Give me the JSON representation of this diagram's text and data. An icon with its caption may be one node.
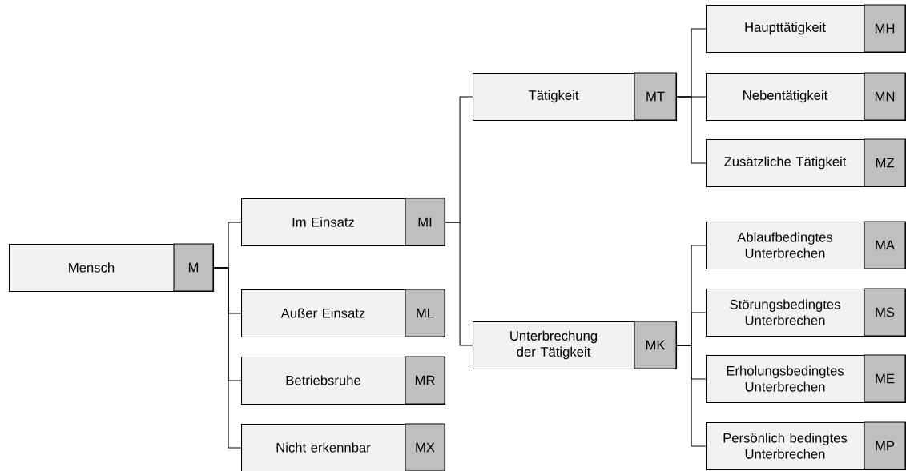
{
  "diagram": {
    "nodes": [
      {
        "text": [
          "Mensch",
          "M"
        ]
      },
      {
        "text": [
          "Im Einsatz",
          "MI"
        ]
      },
      {
        "text": [
          "Außer Einsatz",
          "ML"
        ]
      },
      {
        "text": [
          "Betriebsruhe",
          "MR"
        ]
      },
      {
        "text": [
          "Nicht erkennbar",
          "MX"
        ]
      },
      {
        "text": [
          "Tätigkeit",
          "MT"
        ]
      },
      {
        "text": [
          "Unterbrechung der Tätigkeit",
          "MK"
        ]
      },
      {
        "text": [
          "Haupttätigkeit",
          "MH"
        ]
      },
      {
        "text": [
          "Nebentätigkeit",
          "MN"
        ]
      },
      {
        "text": [
          "Zusätzliche Tätigkeit",
          "MZ"
        ]
      },
      {
        "text": [
          "Ablaufbedingtes Unterbrechen",
          "MA"
        ]
      },
      {
        "text": [
          "Störungsbedingtes Unterbrechen",
          "MS"
        ]
      },
      {
        "text": [
          "Erholungsbedingtes Unterbrechen",
          "ME"
        ]
      },
      {
        "text": [
          "Persönlich bedingtes Unterbrechen",
          "MP"
        ]
      }
    ],
    "edges": [
      {
        "from": 0,
        "to": 1,
        "arrow": "none"
      },
      {
        "from": 0,
        "to": 2,
        "arrow": "none"
      },
      {
        "from": 0,
        "to": 3,
        "arrow": "none"
      },
      {
        "from": 0,
        "to": 4,
        "arrow": "none"
      },
      {
        "from": 1,
        "to": 5,
        "arrow": "none"
      },
      {
        "from": 1,
        "to": 6,
        "arrow": "none"
      },
      {
        "from": 5,
        "to": 7,
        "arrow": "none"
      },
      {
        "from": 5,
        "to": 8,
        "arrow": "none"
      },
      {
        "from": 5,
        "to": 9,
        "arrow": "none"
      },
      {
        "from": 6,
        "to": 10,
        "arrow": "none"
      },
      {
        "from": 6,
        "to": 11,
        "arrow": "none"
      },
      {
        "from": 6,
        "to": 12,
        "arrow": "none"
      },
      {
        "from": 6,
        "to": 13,
        "arrow": "none"
      }
    ]
  }
}
